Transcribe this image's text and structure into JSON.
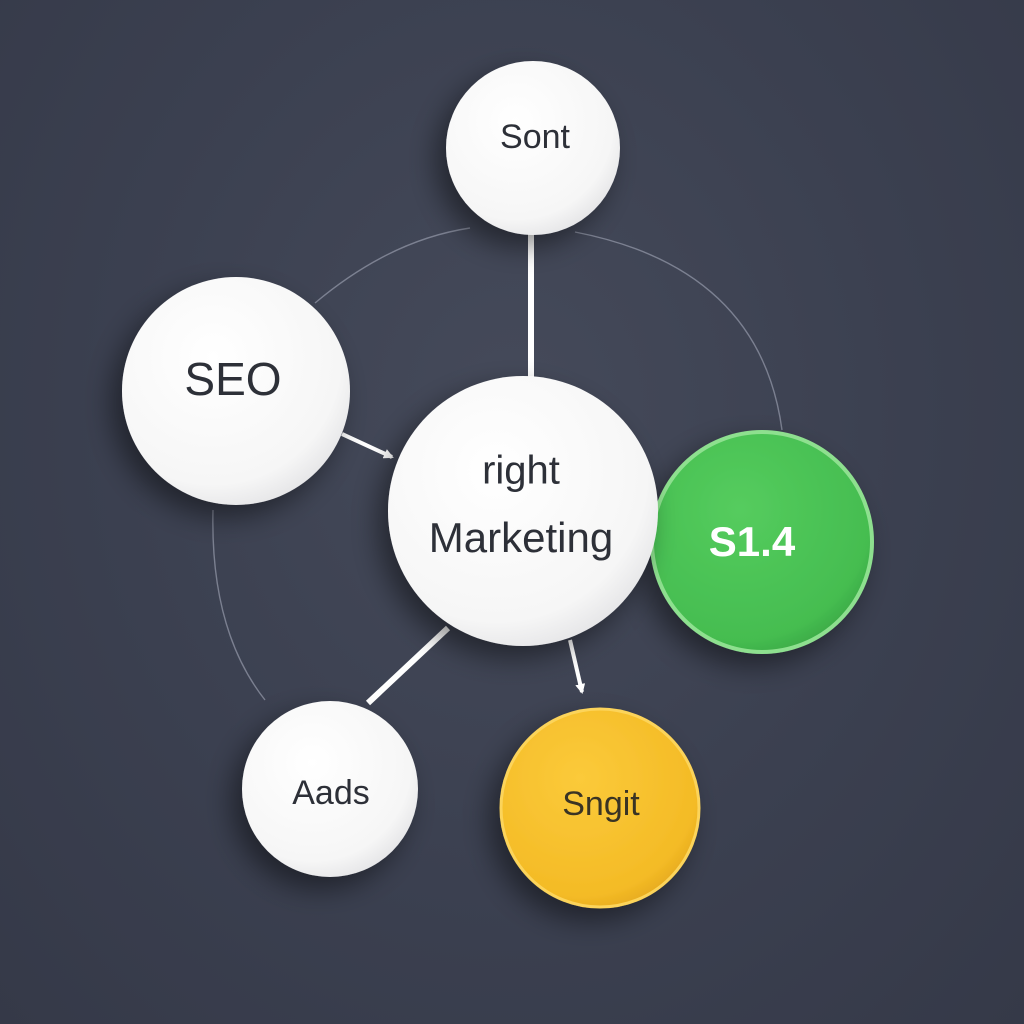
{
  "diagram": {
    "nodes": [
      {
        "id": "sont",
        "label": "Sont",
        "color": "#ffffff"
      },
      {
        "id": "seo",
        "label": "SEO",
        "color": "#ffffff"
      },
      {
        "id": "center",
        "label_line1": "right",
        "label_line2": "Marketing",
        "color": "#ffffff"
      },
      {
        "id": "stat",
        "label": "S1.4",
        "color": "#4cc357"
      },
      {
        "id": "aads",
        "label": "Aads",
        "color": "#ffffff"
      },
      {
        "id": "sngit",
        "label": "Sngit",
        "color": "#f6c02c"
      }
    ],
    "edges": [
      {
        "from": "sont",
        "to": "center",
        "type": "line"
      },
      {
        "from": "seo",
        "to": "center",
        "type": "arrow"
      },
      {
        "from": "center",
        "to": "aads",
        "type": "line"
      },
      {
        "from": "center",
        "to": "sngit",
        "type": "arrow"
      }
    ]
  }
}
